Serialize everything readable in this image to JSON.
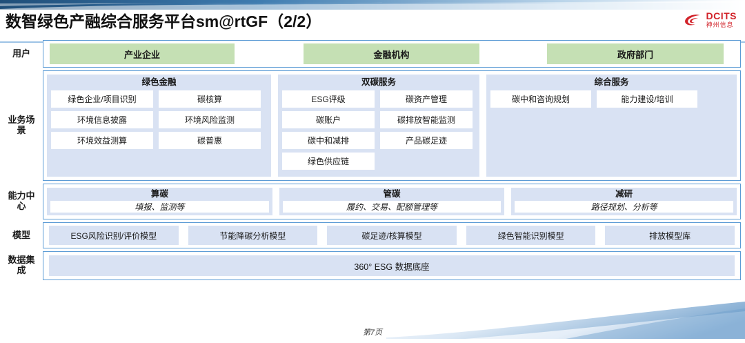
{
  "header": {
    "title": "数智绿色产融综合服务平台sm@rtGF（2/2）",
    "logo_en": "DCITS",
    "logo_cn": "神州信息",
    "brand_color": "#d2232a",
    "rule_color": "#9dc3e6"
  },
  "colors": {
    "user_box": "#c5e0b4",
    "panel": "#d9e2f3",
    "border": "#5b9bd5",
    "card": "#ffffff"
  },
  "rows": {
    "users": {
      "label": "用户",
      "items": [
        {
          "label": "产业企业"
        },
        {
          "label": "金融机构"
        },
        {
          "label": "政府部门"
        }
      ]
    },
    "scenarios": {
      "label": "业务场景",
      "groups": [
        {
          "title": "绿色金融",
          "items": [
            "绿色企业/项目识别",
            "碳核算",
            "环境信息披露",
            "环境风险监测",
            "环境效益测算",
            "碳普惠"
          ]
        },
        {
          "title": "双碳服务",
          "items": [
            "ESG评级",
            "碳资产管理",
            "碳账户",
            "碳排放智能监测",
            "碳中和减排",
            "产品碳足迹",
            "绿色供应链"
          ]
        },
        {
          "title": "综合服务",
          "items": [
            "碳中和咨询规划",
            "能力建设/培训"
          ]
        }
      ]
    },
    "capability": {
      "label": "能力中心",
      "items": [
        {
          "title": "算碳",
          "sub": "填报、监测等"
        },
        {
          "title": "管碳",
          "sub": "履约、交易、配额管理等"
        },
        {
          "title": "减研",
          "sub": "路径规划、分析等"
        }
      ]
    },
    "models": {
      "label": "模型",
      "items": [
        "ESG风险识别/评价模型",
        "节能降碳分析模型",
        "碳足迹/核算模型",
        "绿色智能识别模型",
        "排放模型库"
      ]
    },
    "data": {
      "label": "数据集成",
      "items": [
        "360° ESG 数据底座"
      ]
    }
  },
  "footer": {
    "page": "第7页"
  }
}
